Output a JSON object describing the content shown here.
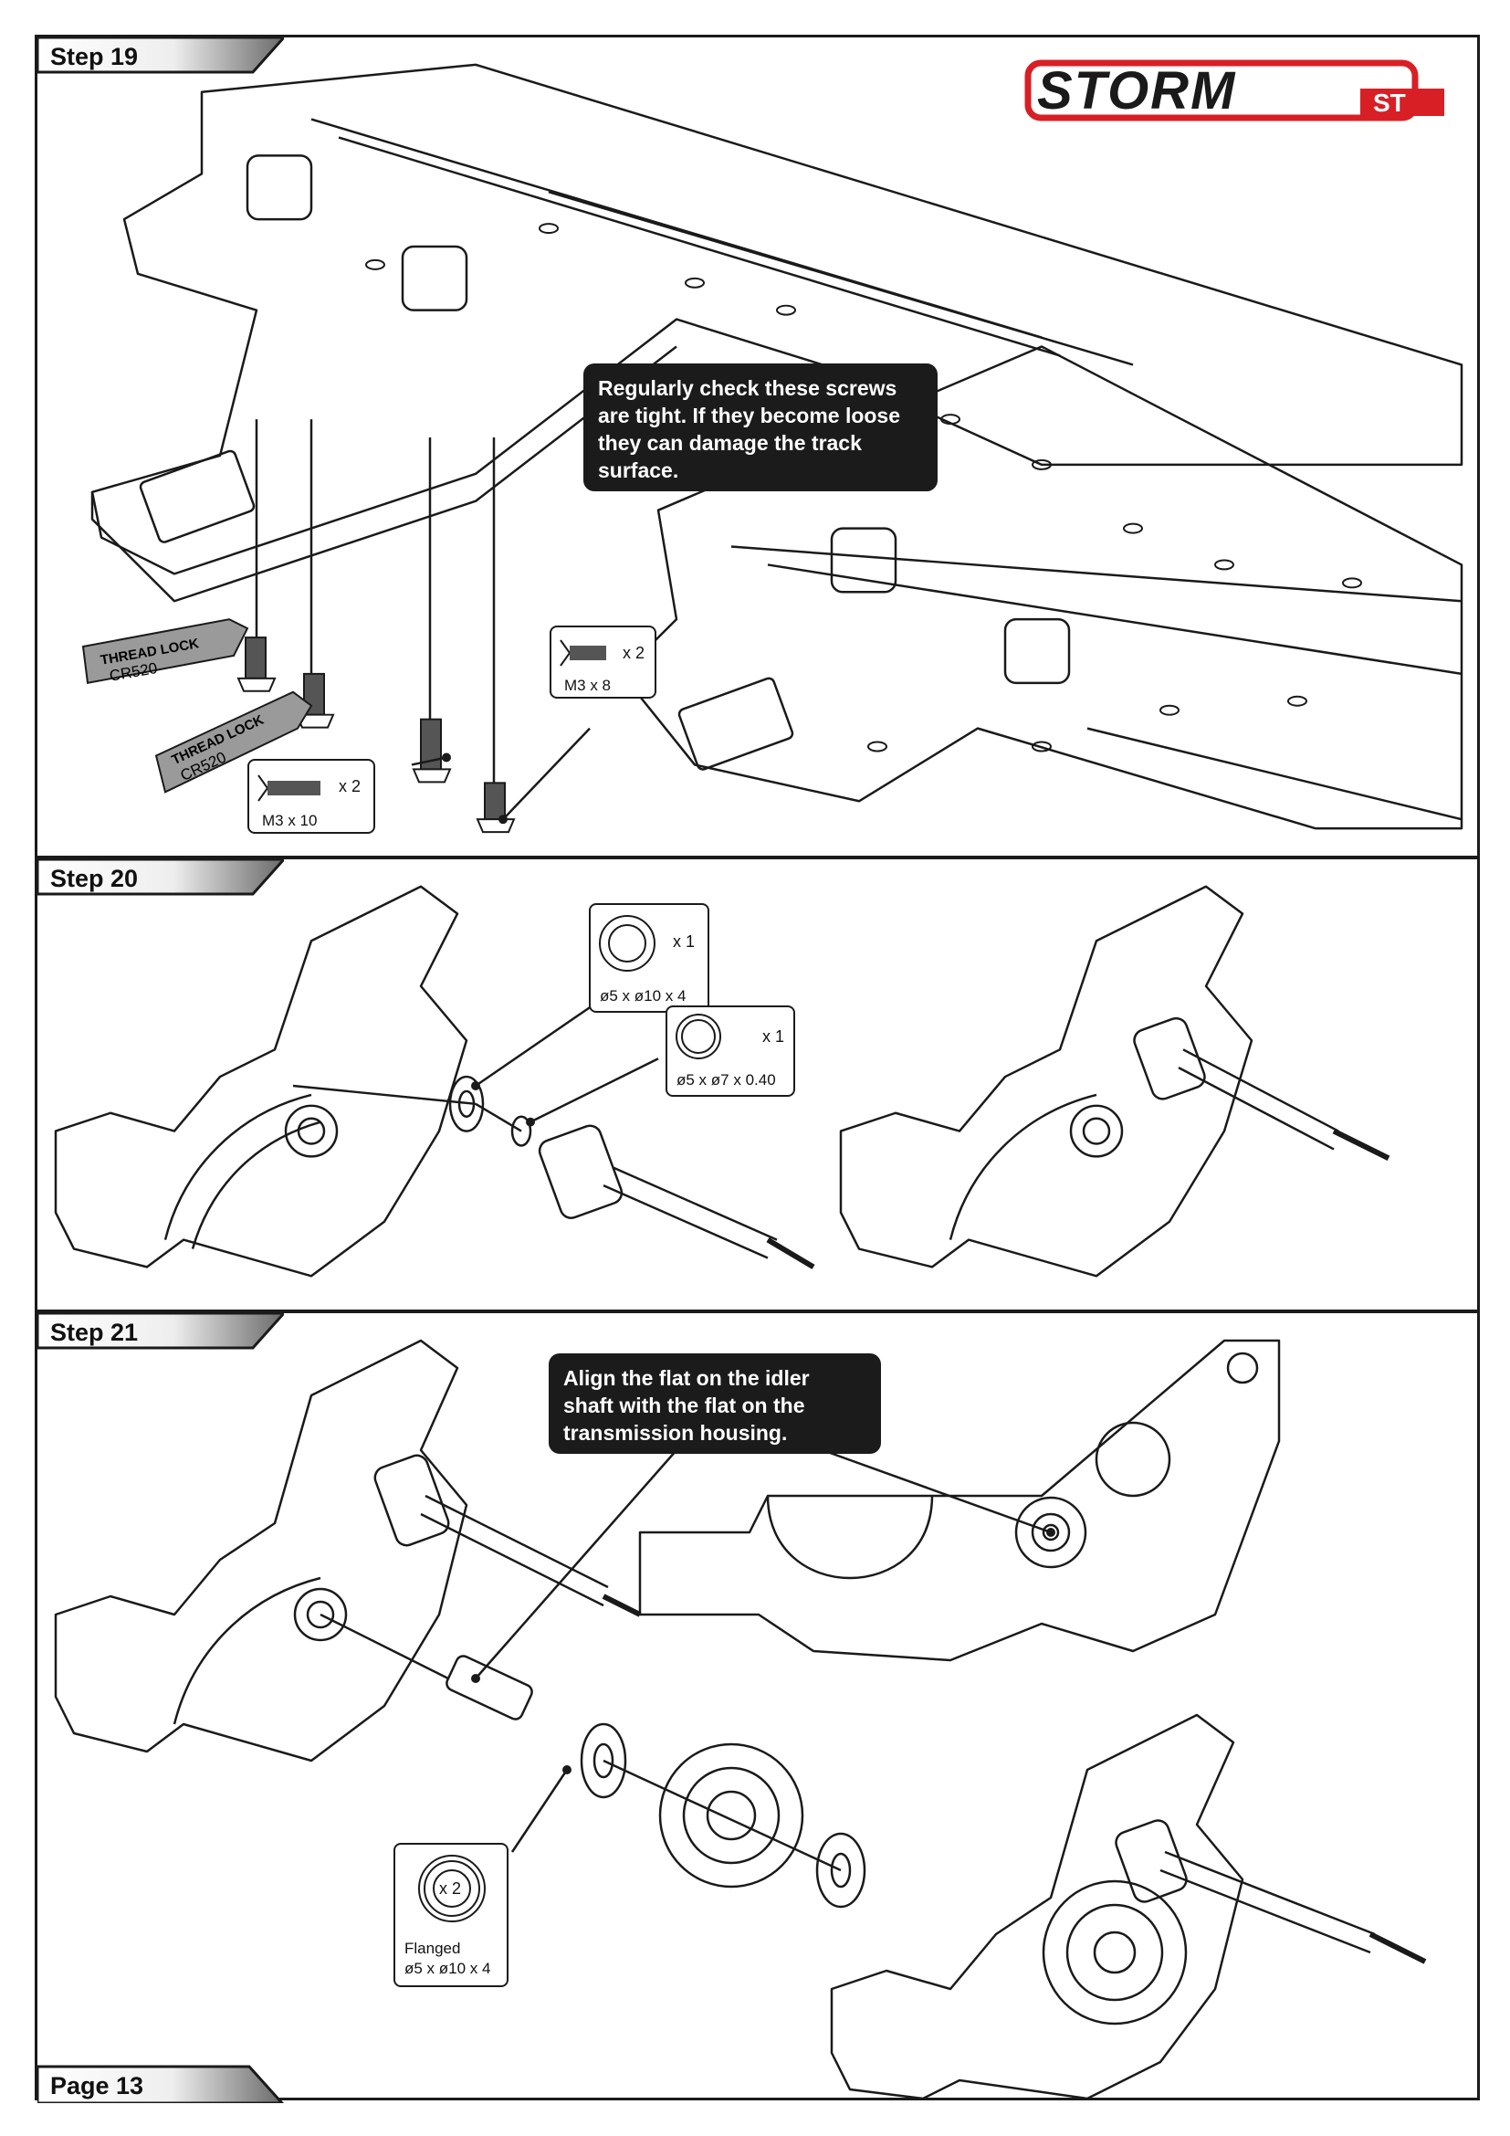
{
  "brand": {
    "logo_main": "STORM",
    "logo_suffix": "ST",
    "logo_color": "#d81f26"
  },
  "steps": [
    {
      "label": "Step 19",
      "note": [
        "Regularly check these screws",
        "are tight. If they become loose",
        "they can damage the track",
        "surface."
      ],
      "callouts": [
        {
          "qty": "x 2",
          "size": "M3 x 8"
        },
        {
          "qty": "x 2",
          "size": "M3 x 10"
        }
      ],
      "threadlock": [
        "THREAD LOCK",
        "CR520"
      ]
    },
    {
      "label": "Step 20",
      "callouts": [
        {
          "qty": "x 1",
          "size": "ø5 x ø10 x 4"
        },
        {
          "qty": "x 1",
          "size": "ø5 x ø7 x 0.40"
        }
      ]
    },
    {
      "label": "Step 21",
      "note": [
        "Align the flat on the idler",
        "shaft with the flat on the",
        "transmission housing."
      ],
      "callouts": [
        {
          "qty": "x 2",
          "type": "Flanged",
          "size": "ø5 x ø10 x 4"
        }
      ]
    }
  ],
  "footer": {
    "page": "Page 13"
  },
  "colors": {
    "frame": "#1a1a1a",
    "note_bg": "#1b1b1b",
    "logo_red": "#d81f26"
  }
}
